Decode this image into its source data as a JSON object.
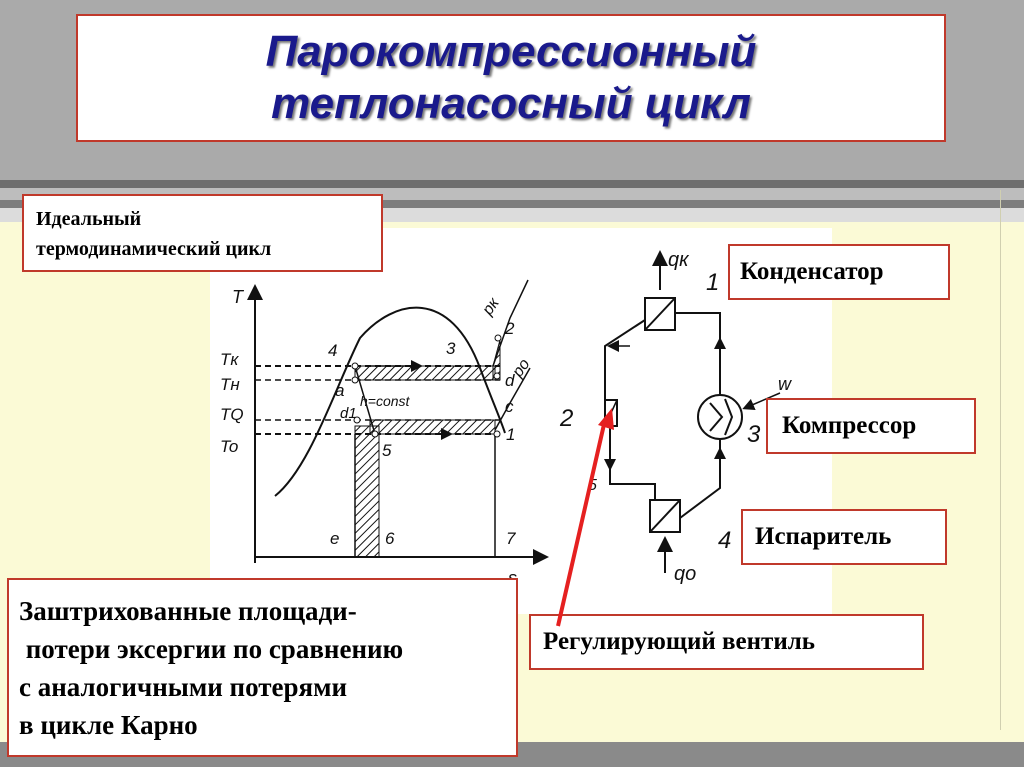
{
  "title": {
    "line1": "Парокомпрессионный",
    "line2": "теплонасосный  цикл"
  },
  "ideal_cycle_label": {
    "line1": "Идеальный",
    "line2": "термодинамический цикл"
  },
  "condenser_label": "Конденсатор",
  "compressor_label": "Компрессор",
  "evaporator_label": "Испаритель",
  "valve_label": "Регулирующий вентиль",
  "note": {
    "line1": "Заштрихованные площади-",
    "line2": " потери эксергии по сравнению",
    "line3": "с аналогичными потерями",
    "line4": "в цикле Карно"
  },
  "ts_diagram": {
    "axis_y": "T",
    "axis_x": "s",
    "ticks": [
      "Tк",
      "Tн",
      "TQ",
      "To"
    ],
    "points": [
      "4",
      "3",
      "2",
      "a",
      "d",
      "c",
      "d1",
      "5",
      "1",
      "e",
      "6",
      "7"
    ],
    "isobars": [
      "pк",
      "po"
    ],
    "enthalpy_label": "h=const"
  },
  "scheme": {
    "heat_out": "qк",
    "heat_in": "qo",
    "work": "w",
    "numbers": [
      "1",
      "2",
      "3",
      "4",
      "5"
    ]
  },
  "colors": {
    "title": "#1a1a8c",
    "border": "#c0392b",
    "arrow": "#e52020",
    "background": "#fbfad6"
  }
}
